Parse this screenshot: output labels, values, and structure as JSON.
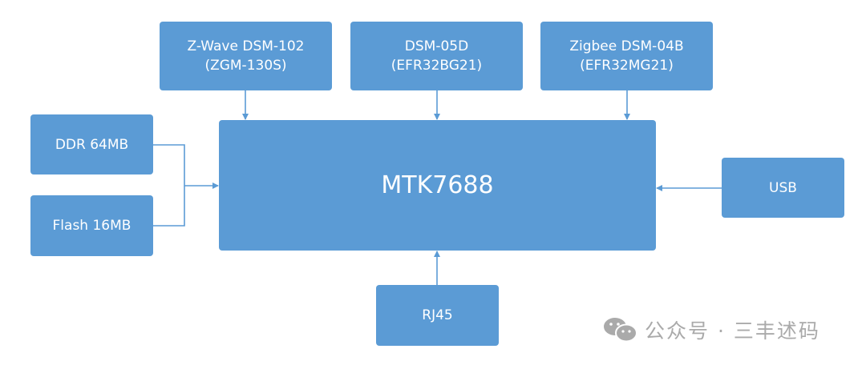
{
  "blocks": {
    "zwave": {
      "line1": "Z-Wave DSM-102",
      "line2": "(ZGM-130S)"
    },
    "dsm05d": {
      "line1": "DSM-05D",
      "line2": "(EFR32BG21)"
    },
    "zigbee": {
      "line1": "Zigbee DSM-04B",
      "line2": "(EFR32MG21)"
    },
    "mtk": "MTK7688",
    "ddr": "DDR 64MB",
    "flash": "Flash 16MB",
    "usb": "USB",
    "rj45": "RJ45"
  },
  "watermark": "公众号 · 三丰述码",
  "colors": {
    "block": "#5b9bd5",
    "wire": "#5b9bd5",
    "watermark": "#aaaaaa"
  }
}
